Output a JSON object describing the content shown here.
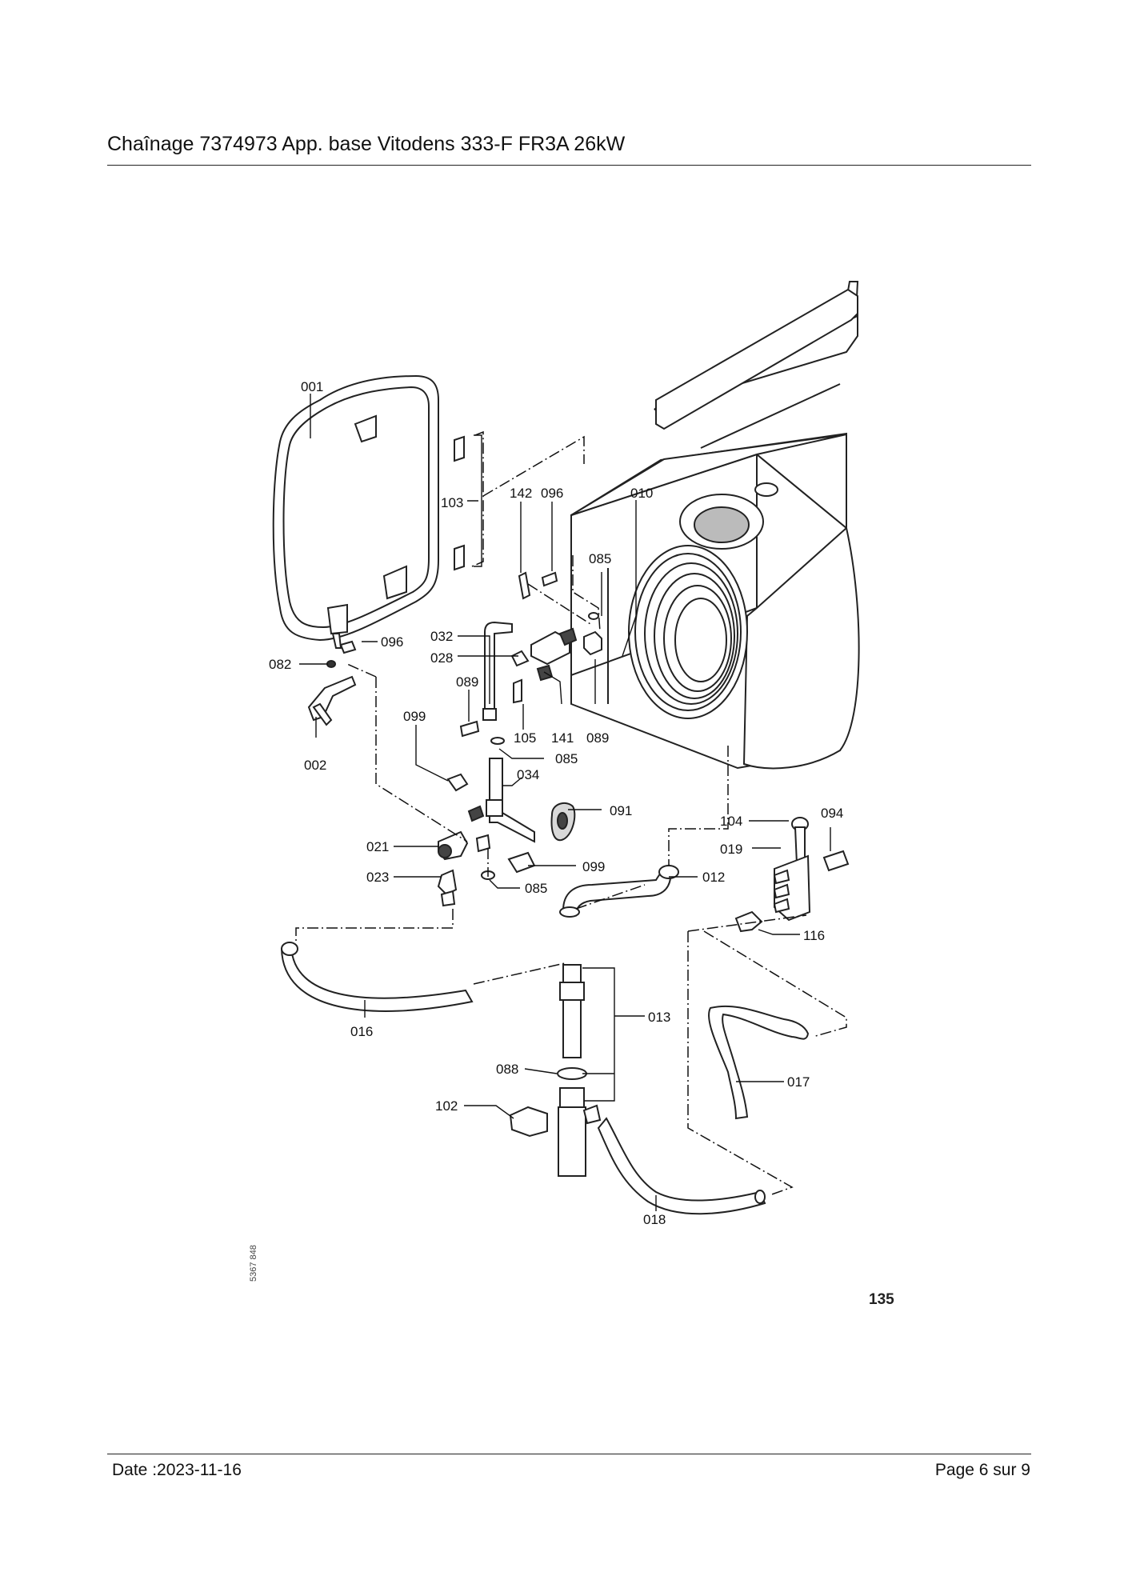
{
  "header": {
    "title": "Chaînage 7374973 App. base Vitodens 333-F FR3A 26kW"
  },
  "footer": {
    "date": "Date :2023-11-16",
    "page": "Page 6 sur  9"
  },
  "diagram": {
    "figure_number": "135",
    "drawing_id": "5367 848",
    "labels": {
      "p001": "001",
      "p002": "002",
      "p010": "010",
      "p012": "012",
      "p013": "013",
      "p016": "016",
      "p017": "017",
      "p018": "018",
      "p019": "019",
      "p021": "021",
      "p023": "023",
      "p028": "028",
      "p032": "032",
      "p034": "034",
      "p082": "082",
      "p085a": "085",
      "p085b": "085",
      "p085c": "085",
      "p088": "088",
      "p089a": "089",
      "p089b": "089",
      "p091": "091",
      "p094": "094",
      "p096a": "096",
      "p096b": "096",
      "p099a": "099",
      "p099b": "099",
      "p102": "102",
      "p103": "103",
      "p104": "104",
      "p105": "105",
      "p116": "116",
      "p141": "141",
      "p142": "142"
    }
  }
}
